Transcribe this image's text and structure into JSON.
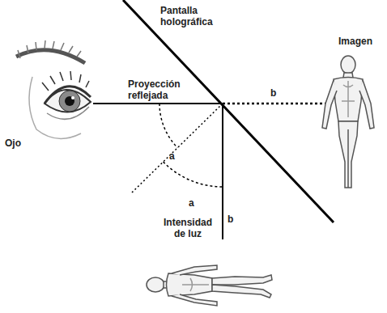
{
  "diagram": {
    "labels": [
      "Pantalla holográfica",
      "Imagen",
      "Proyección reflejada",
      "Ojo",
      "b",
      "a",
      "a",
      "b",
      "Intensidad de luz"
    ]
  }
}
